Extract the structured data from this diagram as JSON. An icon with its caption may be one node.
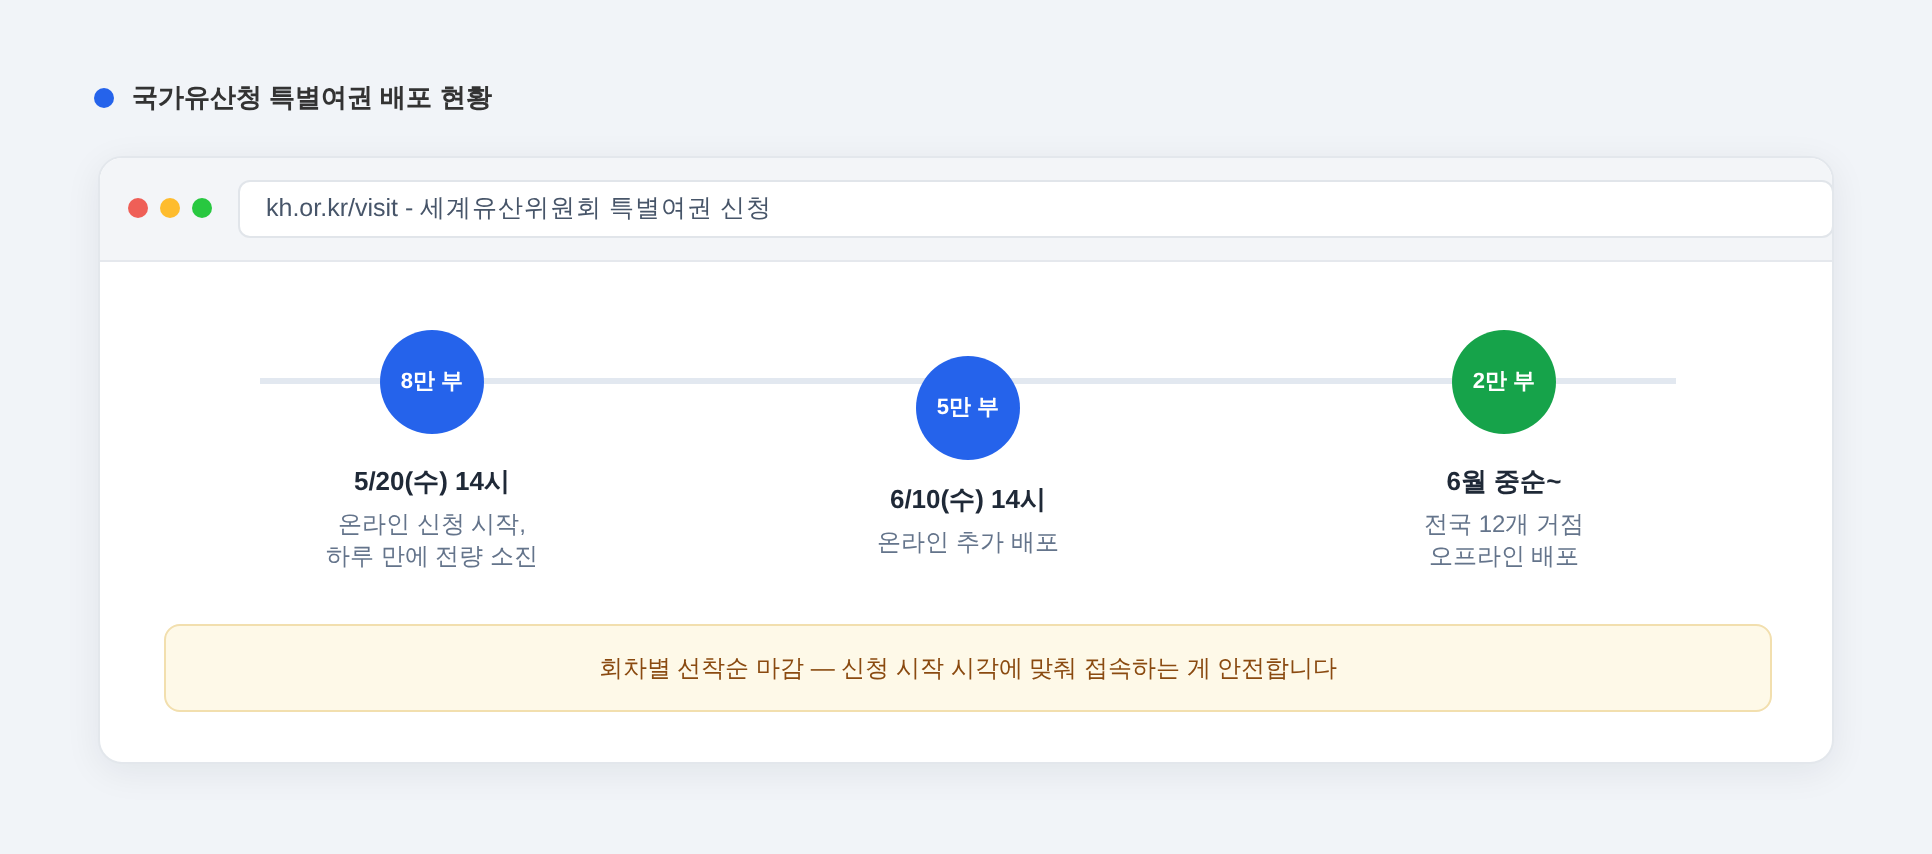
{
  "diagram": {
    "title": "국가유산청 특별여권 배포 현황",
    "nodes": [
      {
        "text": [
          "kh.or.kr/visit - 세계유산위원회 특별여권 신청"
        ]
      },
      {
        "text": [
          "8만 부"
        ],
        "beside": [
          "5/20(수) 14시",
          "온라인 신청 시작, 하루 만에 전량 소진"
        ]
      },
      {
        "text": [
          "5만 부"
        ],
        "beside": [
          "6/10(수) 14시",
          "온라인 추가 배포"
        ]
      },
      {
        "text": [
          "2만 부"
        ],
        "beside": [
          "6월 중순~",
          "전국 12개 거점 오프라인 배포"
        ]
      },
      {
        "text": [
          "회차별 선착순 마감 — 신청 시작 시각에 맞춰 접속하는 게 안전합니다"
        ]
      }
    ]
  }
}
